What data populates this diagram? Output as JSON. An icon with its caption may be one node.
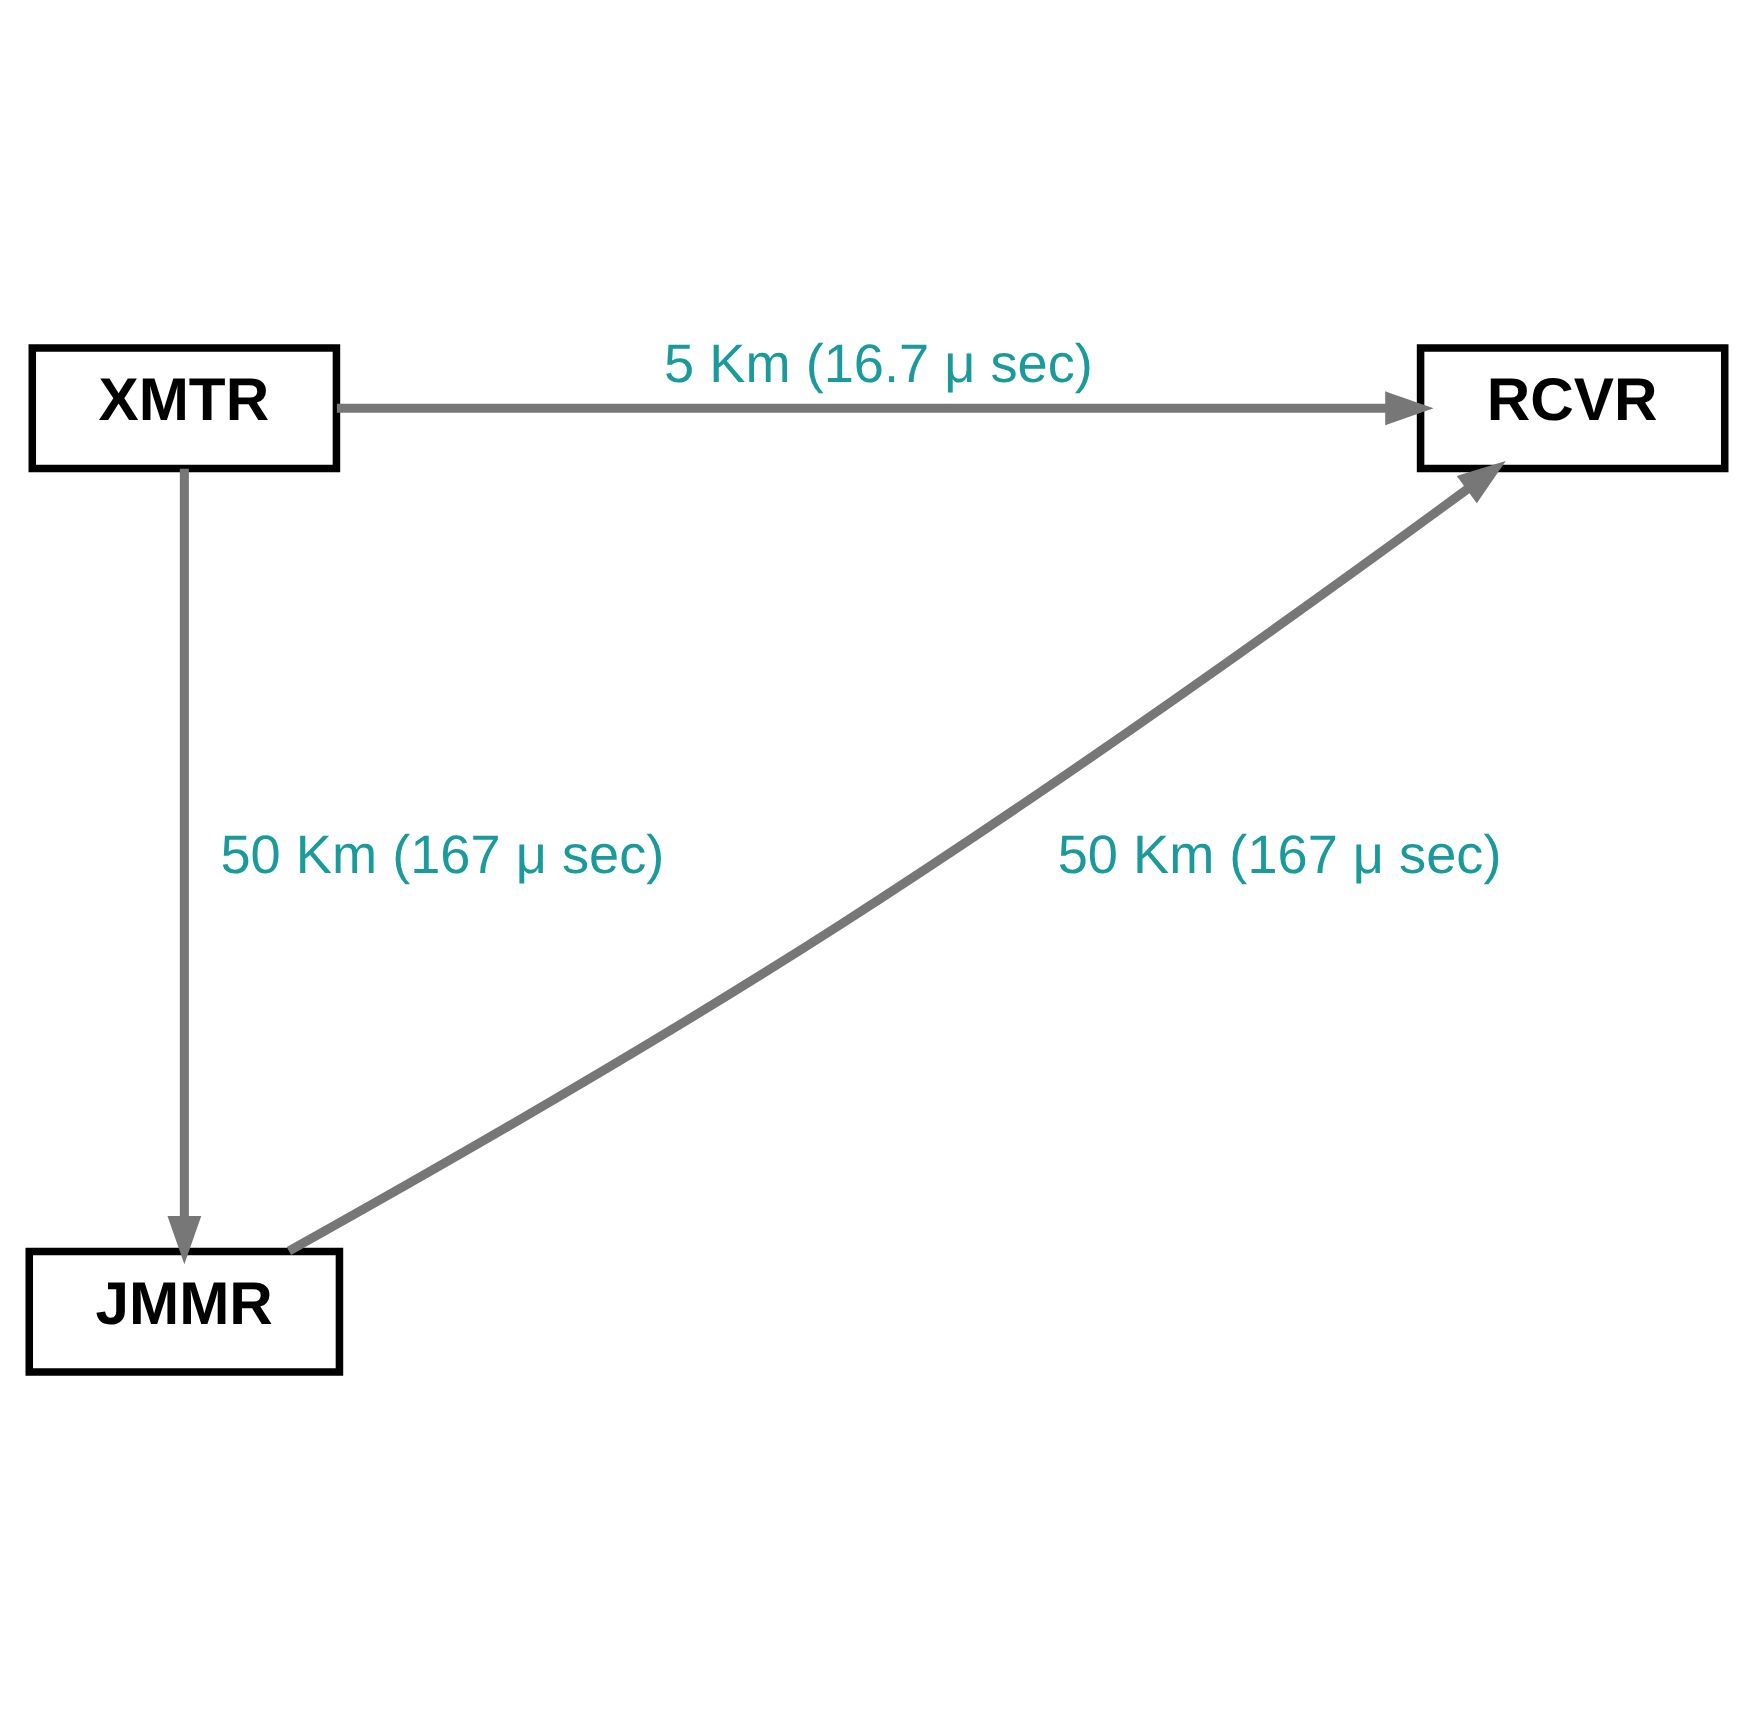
{
  "diagram": {
    "nodes": [
      {
        "text": [
          "XMTR"
        ]
      },
      {
        "text": [
          "RCVR"
        ]
      },
      {
        "text": [
          "JMMR"
        ]
      }
    ],
    "edges": [
      {
        "from": 0,
        "to": 1,
        "arrow": "to",
        "label": "5 Km (16.7 μ sec)"
      },
      {
        "from": 0,
        "to": 2,
        "arrow": "to",
        "label": "50 Km (167 μ sec)"
      },
      {
        "from": 2,
        "to": 1,
        "arrow": "to",
        "label": "50 Km (167 μ sec)"
      }
    ]
  }
}
